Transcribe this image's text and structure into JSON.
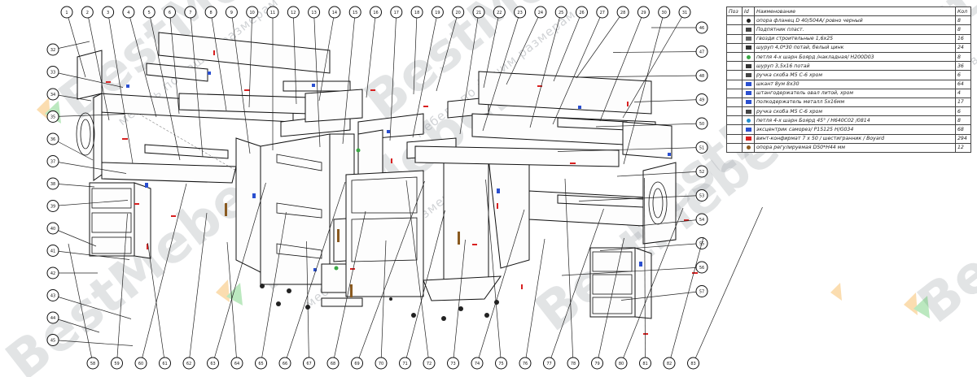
{
  "table": {
    "headers": {
      "pos": "Поз",
      "icon": "Id",
      "name": "Наименование",
      "qty": "Кол"
    },
    "rows": [
      {
        "pos": "",
        "icon": "washer-icon",
        "color": "#222222",
        "name": "опора фланец D 40/504A/ ровно черный",
        "qty": "8"
      },
      {
        "pos": "",
        "icon": "strip-icon",
        "color": "#444444",
        "name": "Подпятник пласт.",
        "qty": "8"
      },
      {
        "pos": "",
        "icon": "nail-icon",
        "color": "#666666",
        "name": "гвозди строительные 1,6х25",
        "qty": "16"
      },
      {
        "pos": "",
        "icon": "screw-icon",
        "color": "#333333",
        "name": "шуруп 4,0*30 потай, белый цинк",
        "qty": "24"
      },
      {
        "pos": "",
        "icon": "hinge-icon",
        "color": "#3aa845",
        "name": "петля 4-х шарн Боярд /накладная/ H200D03",
        "qty": "8"
      },
      {
        "pos": "",
        "icon": "screw-icon",
        "color": "#333333",
        "name": "шуруп 3,5х16 потай",
        "qty": "36"
      },
      {
        "pos": "",
        "icon": "handle-icon",
        "color": "#444444",
        "name": "ручка скоба М5 С-6 хром",
        "qty": "6"
      },
      {
        "pos": "",
        "icon": "dowel-icon",
        "color": "#2a4fd0",
        "name": "шкант 8ум 8х30",
        "qty": "64"
      },
      {
        "pos": "",
        "icon": "rod-holder-icon",
        "color": "#2a4fd0",
        "name": "штангодержатель овал литой, хром",
        "qty": "4"
      },
      {
        "pos": "",
        "icon": "shelf-support-icon",
        "color": "#2a4fd0",
        "name": "полкодержатель металл 5х16мм",
        "qty": "17"
      },
      {
        "pos": "",
        "icon": "handle-icon",
        "color": "#444444",
        "name": "ручка скоба М5 С-6 хром",
        "qty": "6"
      },
      {
        "pos": "",
        "icon": "hinge-icon",
        "color": "#1f8fd0",
        "name": "петля 4-х шарн Боярд 45° / H640C02 /0814",
        "qty": "8"
      },
      {
        "pos": "",
        "icon": "eccentric-icon",
        "color": "#2a4fd0",
        "name": "эксцентрик саморез/ P15125 H/G034",
        "qty": "68"
      },
      {
        "pos": "",
        "icon": "confirmat-icon",
        "color": "#d82020",
        "name": "винт-конфирмат 7 х 50 / шестигранник / Boyard",
        "qty": "294"
      },
      {
        "pos": "",
        "icon": "foot-icon",
        "color": "#8a5a20",
        "name": "опора регулируемая D50*H44 мм",
        "qty": "12"
      }
    ]
  },
  "watermark": {
    "brand": "BestMebel",
    "tagline": "мебель по вашим размерам"
  },
  "callouts": {
    "top": [
      "1",
      "2",
      "3",
      "4",
      "5",
      "6",
      "7",
      "8",
      "9",
      "10",
      "11",
      "12",
      "13",
      "14",
      "15",
      "16",
      "17",
      "18",
      "19",
      "20",
      "21",
      "22",
      "23",
      "24",
      "25",
      "26",
      "27",
      "28",
      "29",
      "30",
      "31"
    ],
    "left": [
      "32",
      "33",
      "34",
      "35",
      "36",
      "37",
      "38",
      "39",
      "40",
      "41",
      "42",
      "43",
      "44",
      "45"
    ],
    "right": [
      "46",
      "47",
      "48",
      "49",
      "50",
      "51",
      "52",
      "53",
      "54",
      "55",
      "56",
      "57"
    ],
    "bottom": [
      "58",
      "59",
      "60",
      "61",
      "62",
      "63",
      "64",
      "65",
      "66",
      "67",
      "68",
      "69",
      "70",
      "71",
      "72",
      "73",
      "74",
      "75",
      "76",
      "77",
      "78",
      "79",
      "80",
      "81",
      "82",
      "83"
    ]
  }
}
